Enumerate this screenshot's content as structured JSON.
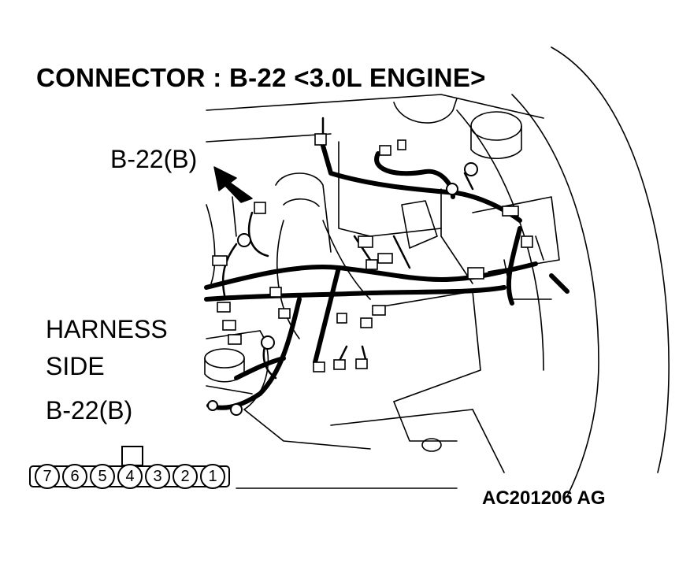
{
  "title": "CONNECTOR : B-22 <3.0L ENGINE>",
  "callout_label": "B-22(B)",
  "harness_side": {
    "line1": "HARNESS",
    "line2": "SIDE",
    "connector": "B-22(B)"
  },
  "connector_pins": [
    "7",
    "6",
    "5",
    "4",
    "3",
    "2",
    "1"
  ],
  "figure_code": "AC201206 AG"
}
